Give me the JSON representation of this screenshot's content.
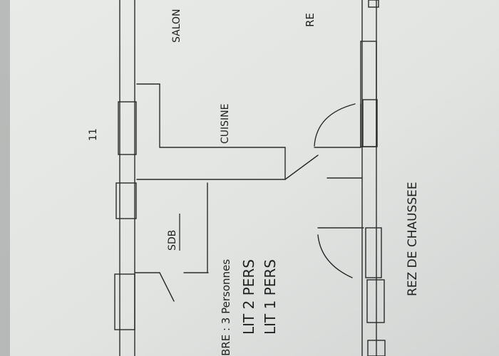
{
  "plan": {
    "labels": {
      "salon": "SALON",
      "ret": "RE",
      "cuisine": "CUISINE",
      "sdb": "SDB",
      "capacity": "BRE : 3 Personnes",
      "bed_double": "LIT 2 PERS",
      "bed_single": "LIT 1 PERS",
      "floor": "REZ DE CHAUSSEE",
      "corner_mark": "11"
    }
  }
}
